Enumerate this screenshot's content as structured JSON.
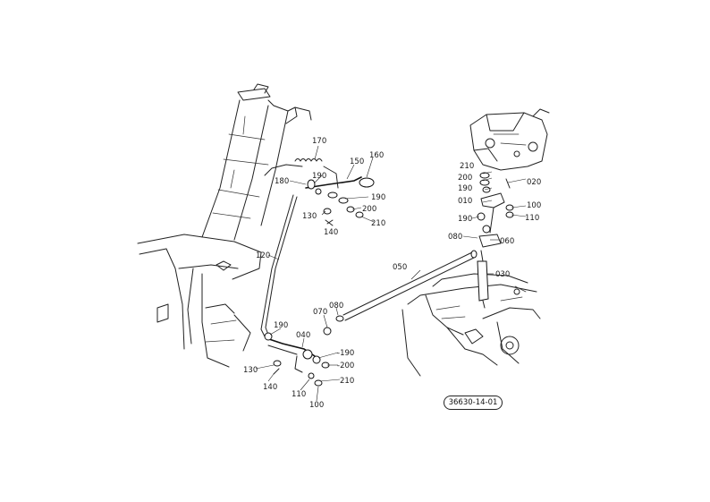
{
  "diagram": {
    "part_labels": {
      "p170": "170",
      "p160": "160",
      "p150": "150",
      "p190a": "190",
      "p180": "180",
      "p190b": "190",
      "p200a": "200",
      "p130a": "130",
      "p210a": "210",
      "p140a": "140",
      "p120": "120",
      "p210b": "210",
      "p200b": "200",
      "p190c": "190",
      "p010": "010",
      "p020": "020",
      "p100a": "100",
      "p110a": "110",
      "p190d": "190",
      "p080a": "080",
      "p060": "060",
      "p050": "050",
      "p030": "030",
      "p080b": "080",
      "p070": "070",
      "p190e": "190",
      "p040": "040",
      "p190f": "-190",
      "p200c": "-200",
      "p210c": "210",
      "p130b": "130",
      "p140b": "140",
      "p110b": "110",
      "p100b": "100"
    },
    "reference_code": "36630-14-01"
  }
}
